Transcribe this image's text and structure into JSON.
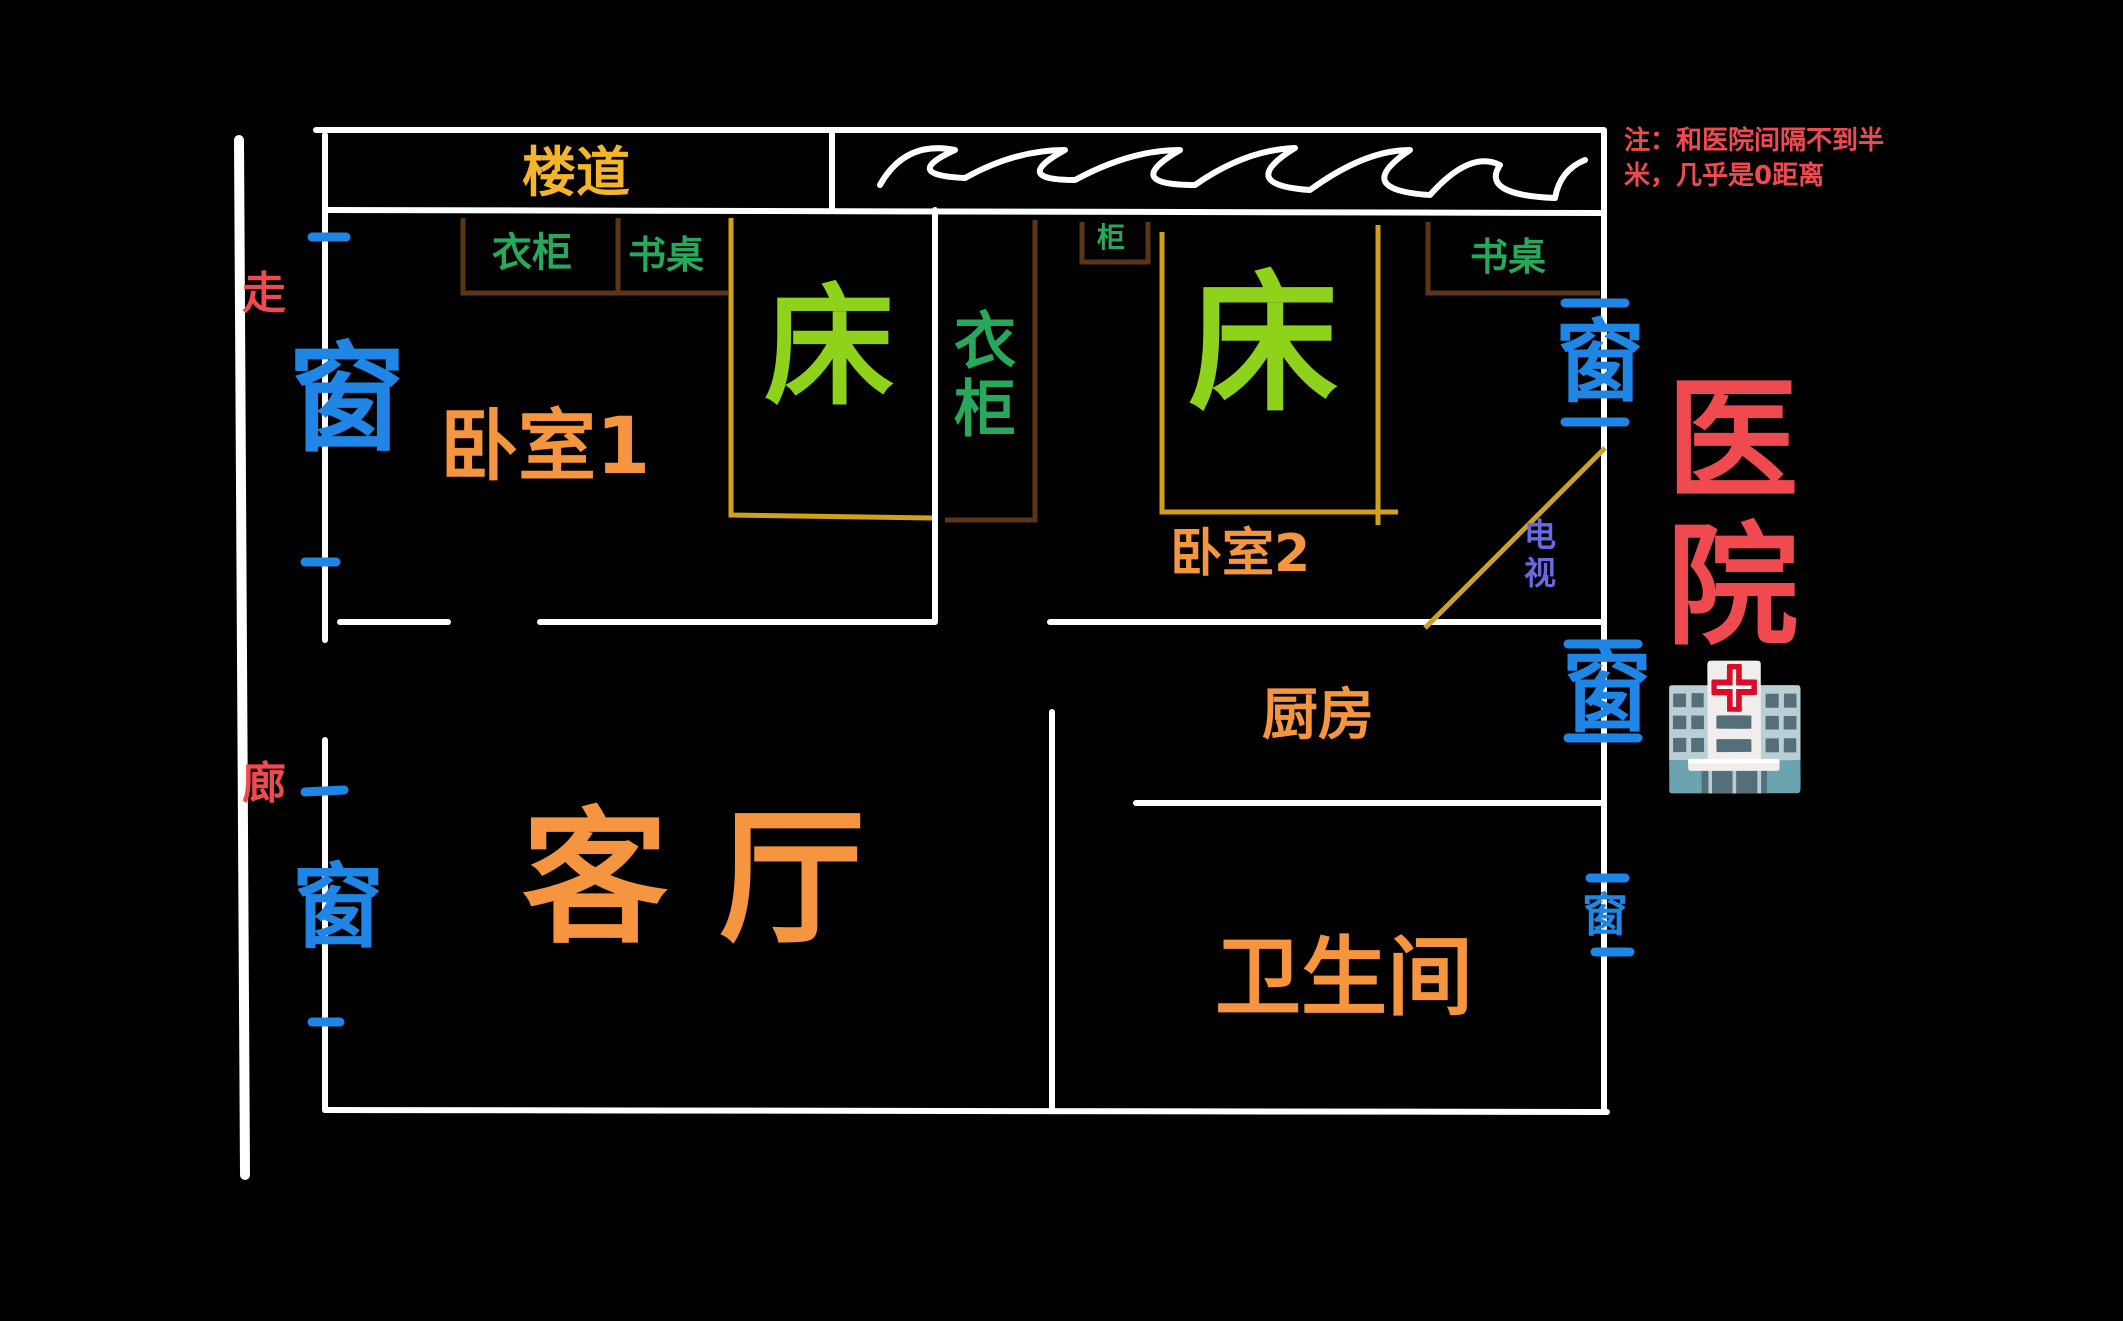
{
  "colors": {
    "background": "#000000",
    "wall": "#ffffff",
    "room_label": "#f5953f",
    "bed": "#8fd21c",
    "furniture_label": "#27a85a",
    "furniture_line": "#5a3616",
    "bed_frame": "#d2a11c",
    "window": "#1f86e6",
    "corridor": "#ef4a4f",
    "hospital": "#ef4a4f",
    "tv": "#6a6ae0",
    "stairway": "#f5b52a"
  },
  "labels": {
    "stairway": "楼道",
    "corridor_top": "走",
    "corridor_bottom": "廊",
    "window": "窗",
    "bedroom1": "卧室1",
    "bedroom2": "卧室2",
    "bed": "床",
    "wardrobe": "衣柜",
    "desk": "书桌",
    "cabinet": "柜",
    "tv": "电视",
    "living_room": "客 厅",
    "kitchen": "厨房",
    "bathroom": "卫生间",
    "hospital": "医院",
    "hospital_emoji": "🏥",
    "note": "注：和医院间隔不到半米，几乎是0距离"
  }
}
